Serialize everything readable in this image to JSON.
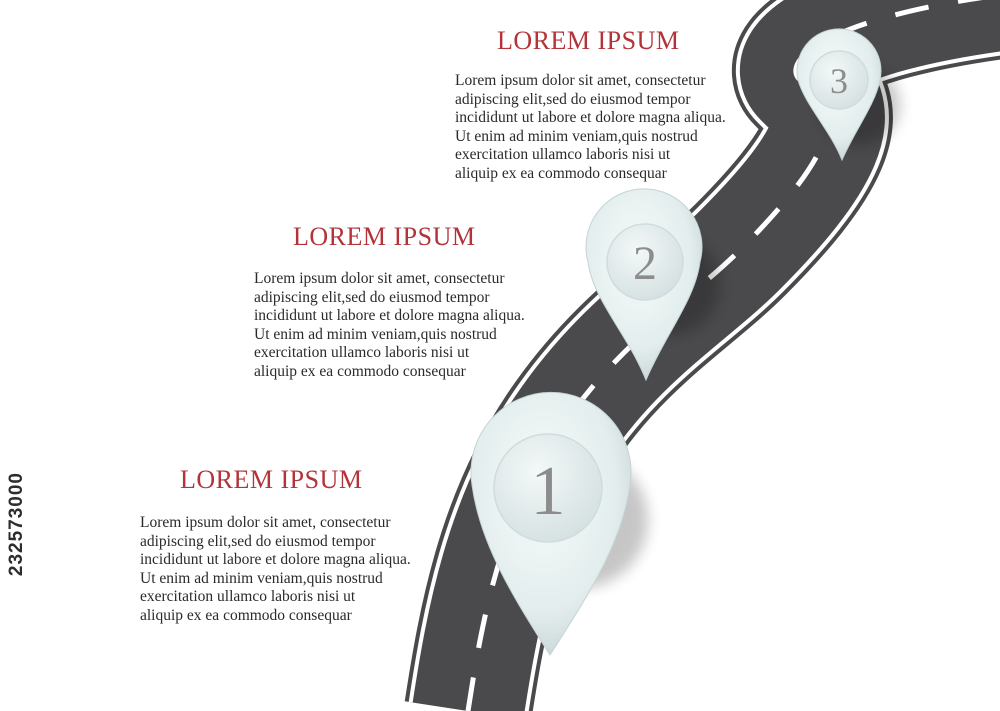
{
  "steps": [
    {
      "number": "3",
      "title": "LOREM IPSUM",
      "lines": [
        "Lorem ipsum dolor sit amet, consectetur",
        "adipiscing elit,sed do eiusmod tempor",
        "incididunt ut labore et dolore magna aliqua.",
        "Ut enim ad minim veniam,quis nostrud",
        "exercitation ullamco laboris nisi ut",
        "aliquip ex ea commodo consequar"
      ]
    },
    {
      "number": "2",
      "title": "LOREM IPSUM",
      "lines": [
        "Lorem ipsum dolor sit amet, consectetur",
        "adipiscing elit,sed do eiusmod tempor",
        "incididunt ut labore et dolore magna aliqua.",
        "Ut enim ad minim veniam,quis nostrud",
        "exercitation ullamco laboris nisi ut",
        "aliquip ex ea commodo consequar"
      ]
    },
    {
      "number": "1",
      "title": "LOREM IPSUM",
      "lines": [
        "Lorem ipsum dolor sit amet, consectetur",
        "adipiscing elit,sed do eiusmod tempor",
        "incididunt ut labore et dolore magna aliqua.",
        "Ut enim ad minim veniam,quis nostrud",
        "exercitation ullamco laboris nisi ut",
        "aliquip ex ea commodo consequar"
      ]
    }
  ],
  "stock_id": "232573000",
  "colors": {
    "title": "#b2343a",
    "text": "#2a2a2a",
    "road": "#4a4a4c",
    "road_edge": "#ffffff",
    "pin": "#e4eeef",
    "pin_number": "#8c8c8c"
  },
  "icons": [
    "map-pin-icon",
    "road-illustration"
  ]
}
